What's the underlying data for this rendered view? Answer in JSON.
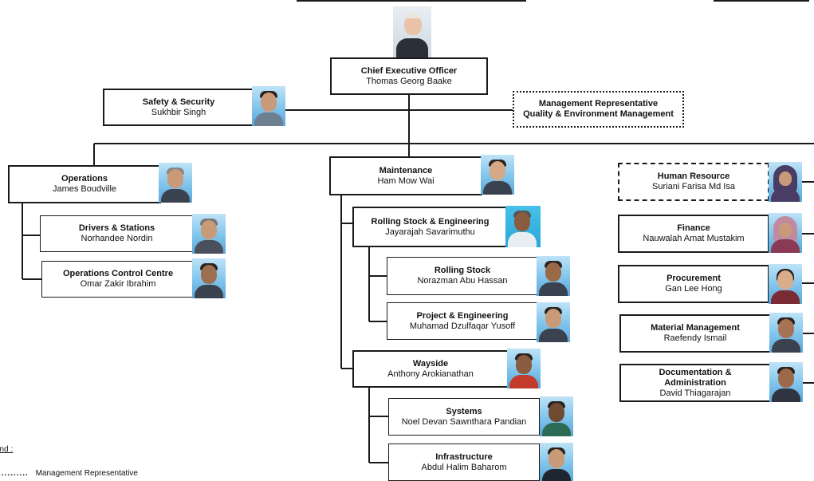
{
  "chart_title_partial": "(     )",
  "nodes": {
    "ceo": {
      "title": "Chief Executive Officer",
      "name": "Thomas Georg Baake"
    },
    "safety": {
      "title": "Safety & Security",
      "name": "Sukhbir Singh"
    },
    "mgmt_rep": {
      "title": "Management Representative",
      "name": "Quality & Environment Management"
    },
    "operations": {
      "title": "Operations",
      "name": "James  Boudville"
    },
    "drivers": {
      "title": "Drivers & Stations",
      "name": "Norhandee Nordin"
    },
    "occ": {
      "title": "Operations Control Centre",
      "name": "Omar Zakir Ibrahim"
    },
    "maintenance": {
      "title": "Maintenance",
      "name": "Ham Mow Wai"
    },
    "rse": {
      "title": "Rolling Stock & Engineering",
      "name": "Jayarajah Savarimuthu"
    },
    "rolling": {
      "title": "Rolling Stock",
      "name": "Norazman Abu Hassan"
    },
    "project": {
      "title": "Project & Engineering",
      "name": "Muhamad Dzulfaqar Yusoff"
    },
    "wayside": {
      "title": "Wayside",
      "name": "Anthony Arokianathan"
    },
    "systems": {
      "title": "Systems",
      "name": "Noel Devan Sawnthara Pandian"
    },
    "infra": {
      "title": "Infrastructure",
      "name": "Abdul Halim Baharom"
    },
    "hr": {
      "title": "Human Resource",
      "name": "Suriani Farisa Md Isa"
    },
    "finance": {
      "title": "Finance",
      "name": "Nauwalah Amat Mustakim"
    },
    "procurement": {
      "title": "Procurement",
      "name": "Gan Lee Hong"
    },
    "material": {
      "title": "Material Management",
      "name": "Raefendy Ismail"
    },
    "docs": {
      "title_line1": "Documentation &",
      "title_line2": "Administration",
      "name": "David Thiagarajan"
    }
  },
  "legend": {
    "title": "end :",
    "dots": "..........",
    "item": "Management Representative"
  }
}
